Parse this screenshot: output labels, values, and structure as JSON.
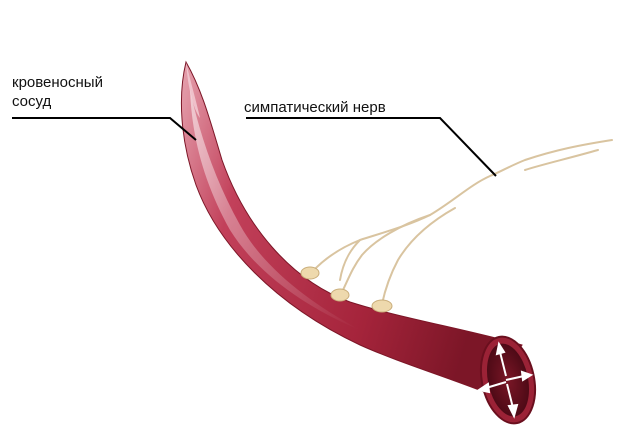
{
  "labels": {
    "vessel_line1": "кровеносный",
    "vessel_line2": "сосуд",
    "nerve": "симпатический нерв"
  },
  "colors": {
    "vessel_dark": "#8e1d2f",
    "vessel_mid": "#b8324a",
    "vessel_light": "#e6a4b0",
    "lumen": "#6a0f1e",
    "nerve": "#d9c4a0",
    "nerve_ending": "#eed9ad",
    "leader_line": "#000000",
    "arrow": "#ffffff"
  }
}
